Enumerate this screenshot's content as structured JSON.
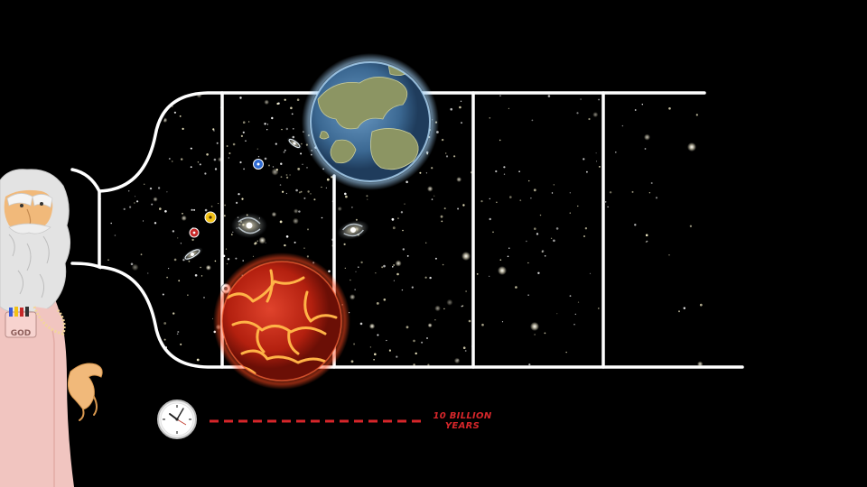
{
  "timeline": {
    "label_line1": "10 BILLION",
    "label_line2": "YEARS"
  },
  "character": {
    "badge_text": "GOD"
  },
  "colors": {
    "background": "#000000",
    "bottle_outline": "#ffffff",
    "timeline_dash": "#d6262a",
    "timeline_text": "#d6262a",
    "earth_ocean": "#3f6f9e",
    "earth_land": "#8a9160",
    "lava_planet": "#c8281c",
    "lava_cracks": "#ffb347",
    "robe": "#f3c9c4",
    "skin": "#f1b97a",
    "beard": "#e6e6e6"
  },
  "icons": {
    "clock": "clock-icon",
    "earth": "earth-planet",
    "lava": "lava-planet",
    "galaxy": "spiral-galaxy"
  }
}
